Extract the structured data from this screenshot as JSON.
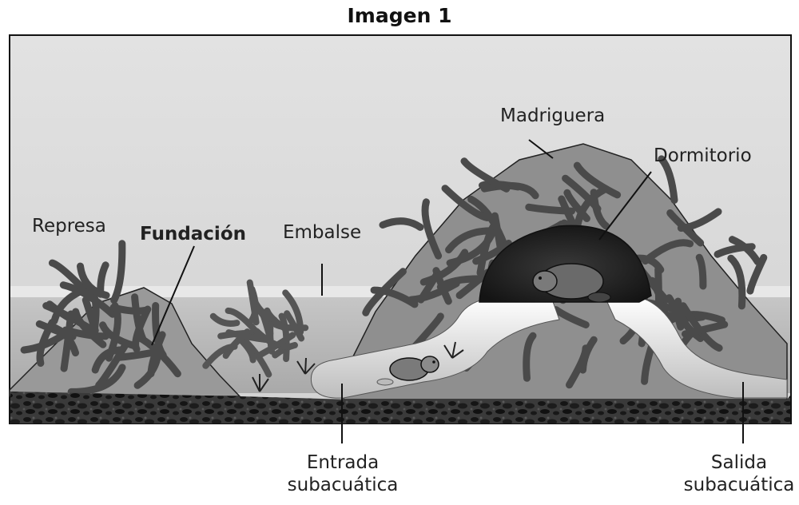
{
  "title": "Imagen 1",
  "labels": {
    "represa": "Represa",
    "fundacion": "Fundación",
    "embalse": "Embalse",
    "madriguera": "Madriguera",
    "dormitorio": "Dormitorio",
    "entrada_line1": "Entrada",
    "entrada_line2": "subacuática",
    "salida_line1": "Salida",
    "salida_line2": "subacuática"
  },
  "colors": {
    "sky": "#dcdcdc",
    "water": "#b9b9b9",
    "sediment": "#2b2b2b",
    "sticks": "#4a4a4a",
    "mound_fill": "#8f8f8f",
    "chamber": "#262626",
    "tunnel": "#f2f2f2"
  }
}
